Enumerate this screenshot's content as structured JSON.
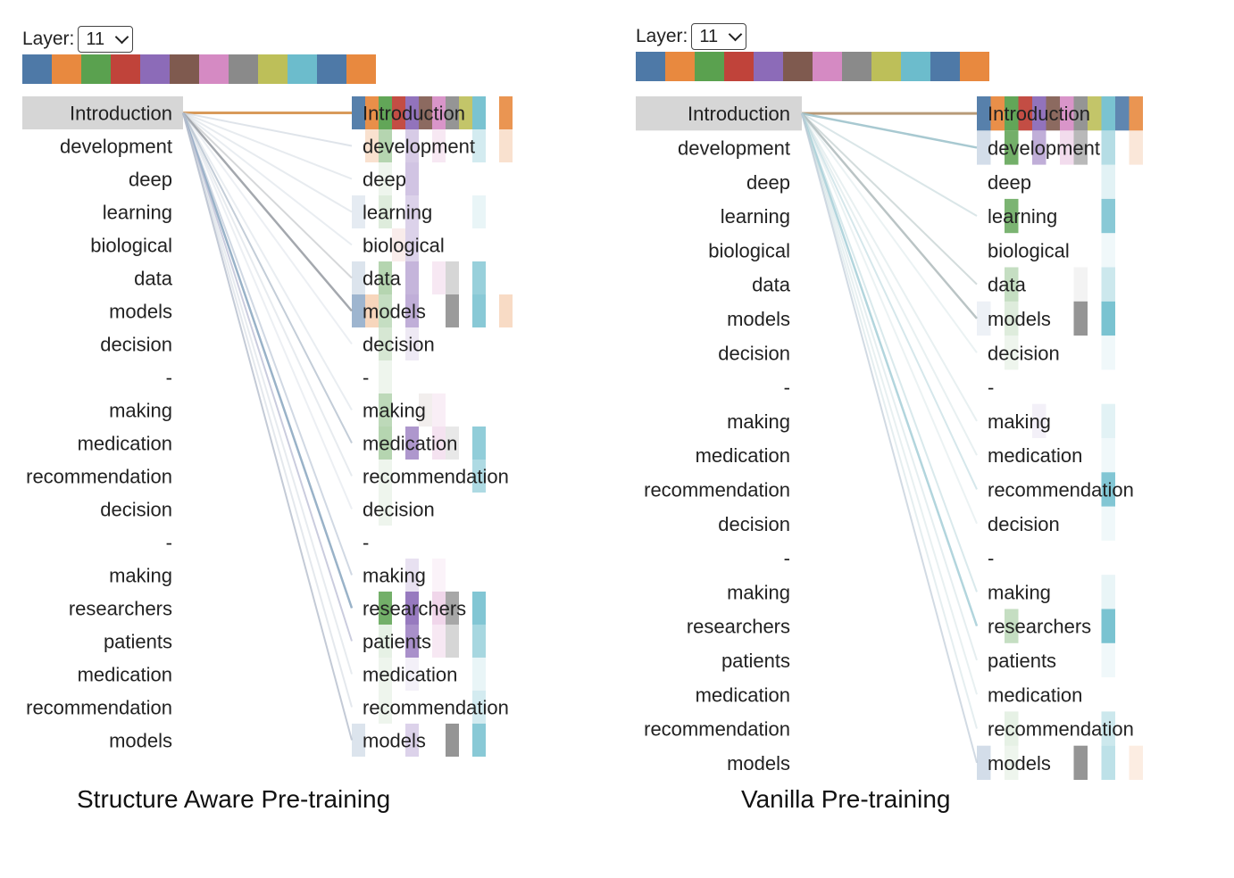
{
  "head_colors": [
    "#4e79a7",
    "#e8893f",
    "#5aa14f",
    "#c0433a",
    "#8c6bb8",
    "#7f5a4f",
    "#d58ac3",
    "#8a8a8a",
    "#bdbf59",
    "#6cbccc",
    "#4e79a7",
    "#e8893f"
  ],
  "panels": [
    {
      "layer_label": "Layer:",
      "layer_value": "11",
      "caption": "Structure Aware Pre-training",
      "selected_index": 0,
      "tokens_left": [
        "Introduction",
        "development",
        "deep",
        "learning",
        "biological",
        "data",
        "models",
        "decision",
        "-",
        "making",
        "medication",
        "recommendation",
        "decision",
        "-",
        "making",
        "researchers",
        "patients",
        "medication",
        "recommendation",
        "models"
      ],
      "tokens_right": [
        "Introduction",
        "development",
        "deep",
        "learning",
        "biological",
        "data",
        "models",
        "decision",
        "-",
        "making",
        "medication",
        "recommendation",
        "decision",
        "-",
        "making",
        "researchers",
        "patients",
        "medication",
        "recommendation",
        "models"
      ],
      "attention_lines": [
        {
          "to": 0,
          "color": "#d89a5a",
          "opacity": 1.0,
          "width": 3
        },
        {
          "to": 1,
          "color": "#c9d2dc",
          "opacity": 0.6,
          "width": 2
        },
        {
          "to": 2,
          "color": "#c9d2dc",
          "opacity": 0.45,
          "width": 2
        },
        {
          "to": 3,
          "color": "#c9d2dc",
          "opacity": 0.45,
          "width": 2
        },
        {
          "to": 4,
          "color": "#c9d2dc",
          "opacity": 0.4,
          "width": 2
        },
        {
          "to": 5,
          "color": "#b9bcc0",
          "opacity": 0.6,
          "width": 2
        },
        {
          "to": 6,
          "color": "#9a9fa5",
          "opacity": 0.9,
          "width": 2.5
        },
        {
          "to": 7,
          "color": "#c9d2dc",
          "opacity": 0.35,
          "width": 2
        },
        {
          "to": 9,
          "color": "#c9d2dc",
          "opacity": 0.4,
          "width": 2
        },
        {
          "to": 10,
          "color": "#aab8c8",
          "opacity": 0.7,
          "width": 2
        },
        {
          "to": 11,
          "color": "#c9d2dc",
          "opacity": 0.45,
          "width": 2
        },
        {
          "to": 12,
          "color": "#c9d2dc",
          "opacity": 0.35,
          "width": 2
        },
        {
          "to": 14,
          "color": "#aab8cc",
          "opacity": 0.55,
          "width": 2
        },
        {
          "to": 15,
          "color": "#8eaac2",
          "opacity": 0.9,
          "width": 2.5
        },
        {
          "to": 16,
          "color": "#b3b6d0",
          "opacity": 0.7,
          "width": 2
        },
        {
          "to": 17,
          "color": "#c9d2dc",
          "opacity": 0.45,
          "width": 2
        },
        {
          "to": 18,
          "color": "#c9d2dc",
          "opacity": 0.5,
          "width": 2
        },
        {
          "to": 19,
          "color": "#a9b3c4",
          "opacity": 0.7,
          "width": 2
        }
      ],
      "head_cells": [
        {
          "row": 0,
          "col": 0,
          "op": 0.95
        },
        {
          "row": 0,
          "col": 1,
          "op": 0.95
        },
        {
          "row": 0,
          "col": 2,
          "op": 0.95
        },
        {
          "row": 0,
          "col": 3,
          "op": 0.95
        },
        {
          "row": 0,
          "col": 4,
          "op": 0.95
        },
        {
          "row": 0,
          "col": 5,
          "op": 0.9
        },
        {
          "row": 0,
          "col": 6,
          "op": 0.9
        },
        {
          "row": 0,
          "col": 7,
          "op": 0.9
        },
        {
          "row": 0,
          "col": 8,
          "op": 0.9
        },
        {
          "row": 0,
          "col": 9,
          "op": 0.9
        },
        {
          "row": 0,
          "col": 10,
          "op": 0.0
        },
        {
          "row": 0,
          "col": 11,
          "op": 0.9
        },
        {
          "row": 1,
          "col": 1,
          "op": 0.25
        },
        {
          "row": 1,
          "col": 2,
          "op": 0.45
        },
        {
          "row": 1,
          "col": 4,
          "op": 0.35
        },
        {
          "row": 1,
          "col": 6,
          "op": 0.2
        },
        {
          "row": 1,
          "col": 9,
          "op": 0.3
        },
        {
          "row": 1,
          "col": 11,
          "op": 0.25
        },
        {
          "row": 2,
          "col": 2,
          "op": 0.1
        },
        {
          "row": 2,
          "col": 4,
          "op": 0.4
        },
        {
          "row": 3,
          "col": 0,
          "op": 0.15
        },
        {
          "row": 3,
          "col": 2,
          "op": 0.2
        },
        {
          "row": 3,
          "col": 4,
          "op": 0.3
        },
        {
          "row": 3,
          "col": 9,
          "op": 0.15
        },
        {
          "row": 4,
          "col": 3,
          "op": 0.1
        },
        {
          "row": 4,
          "col": 4,
          "op": 0.3
        },
        {
          "row": 5,
          "col": 0,
          "op": 0.2
        },
        {
          "row": 5,
          "col": 2,
          "op": 0.45
        },
        {
          "row": 5,
          "col": 4,
          "op": 0.5
        },
        {
          "row": 5,
          "col": 6,
          "op": 0.2
        },
        {
          "row": 5,
          "col": 7,
          "op": 0.35
        },
        {
          "row": 5,
          "col": 9,
          "op": 0.7
        },
        {
          "row": 6,
          "col": 0,
          "op": 0.55
        },
        {
          "row": 6,
          "col": 1,
          "op": 0.35
        },
        {
          "row": 6,
          "col": 2,
          "op": 0.35
        },
        {
          "row": 6,
          "col": 4,
          "op": 0.55
        },
        {
          "row": 6,
          "col": 7,
          "op": 0.85
        },
        {
          "row": 6,
          "col": 9,
          "op": 0.8
        },
        {
          "row": 6,
          "col": 11,
          "op": 0.3
        },
        {
          "row": 7,
          "col": 2,
          "op": 0.25
        },
        {
          "row": 7,
          "col": 4,
          "op": 0.15
        },
        {
          "row": 8,
          "col": 2,
          "op": 0.1
        },
        {
          "row": 9,
          "col": 2,
          "op": 0.4
        },
        {
          "row": 9,
          "col": 5,
          "op": 0.1
        },
        {
          "row": 9,
          "col": 6,
          "op": 0.15
        },
        {
          "row": 10,
          "col": 2,
          "op": 0.45
        },
        {
          "row": 10,
          "col": 4,
          "op": 0.7
        },
        {
          "row": 10,
          "col": 6,
          "op": 0.25
        },
        {
          "row": 10,
          "col": 7,
          "op": 0.2
        },
        {
          "row": 10,
          "col": 9,
          "op": 0.75
        },
        {
          "row": 11,
          "col": 2,
          "op": 0.1
        },
        {
          "row": 11,
          "col": 9,
          "op": 0.55
        },
        {
          "row": 12,
          "col": 2,
          "op": 0.1
        },
        {
          "row": 14,
          "col": 4,
          "op": 0.2
        },
        {
          "row": 14,
          "col": 6,
          "op": 0.1
        },
        {
          "row": 15,
          "col": 2,
          "op": 0.85
        },
        {
          "row": 15,
          "col": 4,
          "op": 0.9
        },
        {
          "row": 15,
          "col": 6,
          "op": 0.35
        },
        {
          "row": 15,
          "col": 7,
          "op": 0.75
        },
        {
          "row": 15,
          "col": 9,
          "op": 0.85
        },
        {
          "row": 16,
          "col": 2,
          "op": 0.15
        },
        {
          "row": 16,
          "col": 4,
          "op": 0.75
        },
        {
          "row": 16,
          "col": 6,
          "op": 0.2
        },
        {
          "row": 16,
          "col": 7,
          "op": 0.35
        },
        {
          "row": 16,
          "col": 9,
          "op": 0.6
        },
        {
          "row": 17,
          "col": 2,
          "op": 0.1
        },
        {
          "row": 17,
          "col": 4,
          "op": 0.1
        },
        {
          "row": 17,
          "col": 9,
          "op": 0.15
        },
        {
          "row": 18,
          "col": 2,
          "op": 0.1
        },
        {
          "row": 18,
          "col": 9,
          "op": 0.3
        },
        {
          "row": 19,
          "col": 0,
          "op": 0.2
        },
        {
          "row": 19,
          "col": 4,
          "op": 0.3
        },
        {
          "row": 19,
          "col": 7,
          "op": 0.9
        },
        {
          "row": 19,
          "col": 9,
          "op": 0.8
        }
      ]
    },
    {
      "layer_label": "Layer:",
      "layer_value": "11",
      "caption": "Vanilla Pre-training",
      "selected_index": 0,
      "tokens_left": [
        "Introduction",
        "development",
        "deep",
        "learning",
        "biological",
        "data",
        "models",
        "decision",
        "-",
        "making",
        "medication",
        "recommendation",
        "decision",
        "-",
        "making",
        "researchers",
        "patients",
        "medication",
        "recommendation",
        "models"
      ],
      "tokens_right": [
        "Introduction",
        "development",
        "deep",
        "learning",
        "biological",
        "data",
        "models",
        "decision",
        "-",
        "making",
        "medication",
        "recommendation",
        "decision",
        "-",
        "making",
        "researchers",
        "patients",
        "medication",
        "recommendation",
        "models"
      ],
      "attention_lines": [
        {
          "to": 0,
          "color": "#b89a78",
          "opacity": 1.0,
          "width": 3
        },
        {
          "to": 1,
          "color": "#9fc3cc",
          "opacity": 0.9,
          "width": 2.5
        },
        {
          "to": 3,
          "color": "#b6cdd2",
          "opacity": 0.5,
          "width": 2
        },
        {
          "to": 5,
          "color": "#b6c5c4",
          "opacity": 0.6,
          "width": 2
        },
        {
          "to": 6,
          "color": "#a9b5b6",
          "opacity": 0.8,
          "width": 2.5
        },
        {
          "to": 7,
          "color": "#c6dadd",
          "opacity": 0.35,
          "width": 2
        },
        {
          "to": 9,
          "color": "#c6dadd",
          "opacity": 0.4,
          "width": 2
        },
        {
          "to": 10,
          "color": "#c6dadd",
          "opacity": 0.4,
          "width": 2
        },
        {
          "to": 11,
          "color": "#b3d3da",
          "opacity": 0.55,
          "width": 2
        },
        {
          "to": 12,
          "color": "#c6dadd",
          "opacity": 0.35,
          "width": 2
        },
        {
          "to": 14,
          "color": "#b3d3da",
          "opacity": 0.5,
          "width": 2
        },
        {
          "to": 15,
          "color": "#9fcad4",
          "opacity": 0.8,
          "width": 2.5
        },
        {
          "to": 16,
          "color": "#c6dadd",
          "opacity": 0.45,
          "width": 2
        },
        {
          "to": 17,
          "color": "#c6dadd",
          "opacity": 0.4,
          "width": 2
        },
        {
          "to": 18,
          "color": "#c6dadd",
          "opacity": 0.45,
          "width": 2
        },
        {
          "to": 19,
          "color": "#b3c2d0",
          "opacity": 0.6,
          "width": 2
        }
      ],
      "head_cells": [
        {
          "row": 0,
          "col": 0,
          "op": 0.95
        },
        {
          "row": 0,
          "col": 1,
          "op": 0.95
        },
        {
          "row": 0,
          "col": 2,
          "op": 0.95
        },
        {
          "row": 0,
          "col": 3,
          "op": 0.95
        },
        {
          "row": 0,
          "col": 4,
          "op": 0.95
        },
        {
          "row": 0,
          "col": 5,
          "op": 0.9
        },
        {
          "row": 0,
          "col": 6,
          "op": 0.9
        },
        {
          "row": 0,
          "col": 7,
          "op": 0.9
        },
        {
          "row": 0,
          "col": 8,
          "op": 0.9
        },
        {
          "row": 0,
          "col": 9,
          "op": 0.9
        },
        {
          "row": 0,
          "col": 10,
          "op": 0.9
        },
        {
          "row": 0,
          "col": 11,
          "op": 0.9
        },
        {
          "row": 1,
          "col": 0,
          "op": 0.25
        },
        {
          "row": 1,
          "col": 2,
          "op": 0.85
        },
        {
          "row": 1,
          "col": 4,
          "op": 0.55
        },
        {
          "row": 1,
          "col": 6,
          "op": 0.3
        },
        {
          "row": 1,
          "col": 7,
          "op": 0.6
        },
        {
          "row": 1,
          "col": 9,
          "op": 0.5
        },
        {
          "row": 1,
          "col": 11,
          "op": 0.2
        },
        {
          "row": 2,
          "col": 9,
          "op": 0.2
        },
        {
          "row": 3,
          "col": 2,
          "op": 0.8
        },
        {
          "row": 3,
          "col": 9,
          "op": 0.8
        },
        {
          "row": 4,
          "col": 9,
          "op": 0.1
        },
        {
          "row": 5,
          "col": 2,
          "op": 0.35
        },
        {
          "row": 5,
          "col": 7,
          "op": 0.1
        },
        {
          "row": 5,
          "col": 9,
          "op": 0.35
        },
        {
          "row": 6,
          "col": 0,
          "op": 0.1
        },
        {
          "row": 6,
          "col": 2,
          "op": 0.2
        },
        {
          "row": 6,
          "col": 7,
          "op": 0.9
        },
        {
          "row": 6,
          "col": 9,
          "op": 0.9
        },
        {
          "row": 7,
          "col": 2,
          "op": 0.1
        },
        {
          "row": 7,
          "col": 9,
          "op": 0.1
        },
        {
          "row": 9,
          "col": 4,
          "op": 0.1
        },
        {
          "row": 9,
          "col": 9,
          "op": 0.2
        },
        {
          "row": 10,
          "col": 9,
          "op": 0.1
        },
        {
          "row": 11,
          "col": 9,
          "op": 0.85
        },
        {
          "row": 12,
          "col": 9,
          "op": 0.1
        },
        {
          "row": 14,
          "col": 9,
          "op": 0.15
        },
        {
          "row": 15,
          "col": 2,
          "op": 0.35
        },
        {
          "row": 15,
          "col": 9,
          "op": 0.9
        },
        {
          "row": 16,
          "col": 9,
          "op": 0.1
        },
        {
          "row": 18,
          "col": 2,
          "op": 0.15
        },
        {
          "row": 18,
          "col": 9,
          "op": 0.35
        },
        {
          "row": 19,
          "col": 0,
          "op": 0.25
        },
        {
          "row": 19,
          "col": 2,
          "op": 0.1
        },
        {
          "row": 19,
          "col": 7,
          "op": 0.9
        },
        {
          "row": 19,
          "col": 9,
          "op": 0.45
        },
        {
          "row": 19,
          "col": 11,
          "op": 0.15
        }
      ]
    }
  ]
}
